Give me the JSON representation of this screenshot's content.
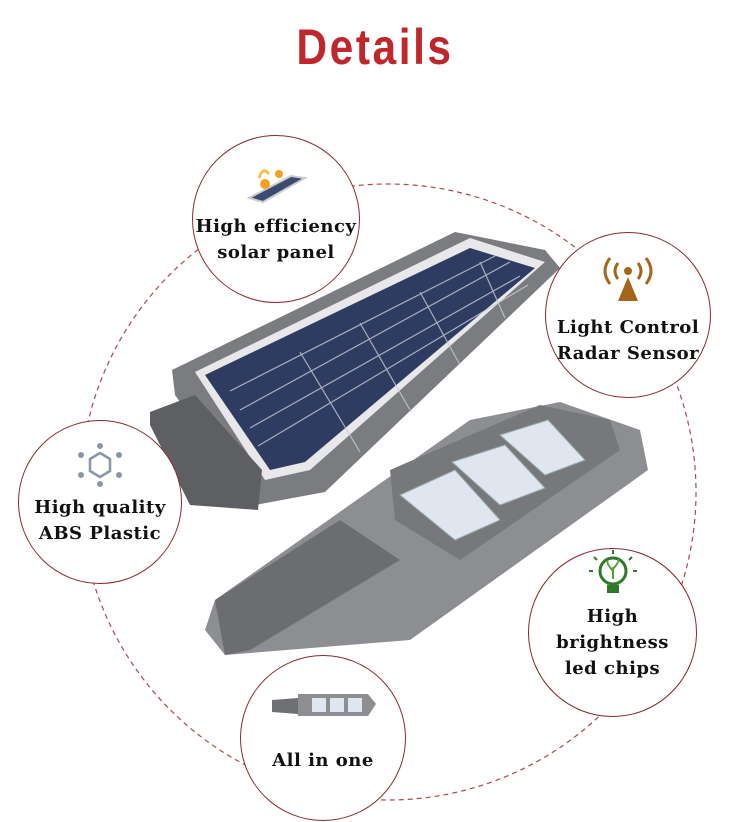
{
  "title": "Details",
  "features": [
    {
      "line1": "High efficiency",
      "line2": "solar panel",
      "icon": "solar-panel-icon"
    },
    {
      "line1": "Light Control",
      "line2": "Radar Sensor",
      "icon": "radar-icon"
    },
    {
      "line1": "High quality",
      "line2": "ABS Plastic",
      "icon": "molecule-icon"
    },
    {
      "line1": "High brightness",
      "line2": "led chips",
      "icon": "bulb-icon"
    },
    {
      "line1": "All in one",
      "icon": "street-light-icon"
    }
  ],
  "colors": {
    "accent": "#c0272d",
    "ring": "#8a2a2f",
    "housing": "#6e7074",
    "panel": "#2c3a5e"
  }
}
